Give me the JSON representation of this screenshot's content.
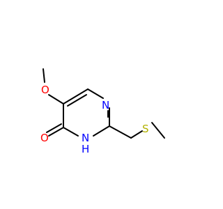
{
  "molecule": {
    "atoms": {
      "methoxy_oxygen": "O",
      "ring_nitrogen_top": "N",
      "sulfur": "S",
      "carbonyl_oxygen": "O",
      "ring_nitrogen_bottom": "H",
      "ring_nitrogen_bottom_letter": "N"
    }
  },
  "colors": {
    "oxygen": "#ff0000",
    "nitrogen": "#0000ff",
    "sulfur": "#b2b200",
    "bond": "#000000"
  }
}
